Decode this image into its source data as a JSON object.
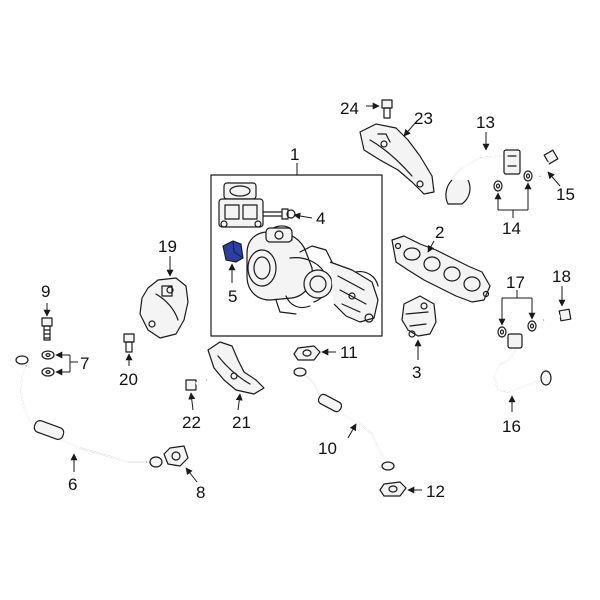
{
  "colors": {
    "highlight_part": "#2a3f9e",
    "line": "#1a1a1a",
    "background": "#ffffff"
  },
  "callouts": {
    "c1": "1",
    "c2": "2",
    "c3": "3",
    "c4": "4",
    "c5": "5",
    "c6": "6",
    "c7": "7",
    "c8": "8",
    "c9": "9",
    "c10": "10",
    "c11": "11",
    "c12": "12",
    "c13": "13",
    "c14": "14",
    "c15": "15",
    "c16": "16",
    "c17": "17",
    "c18": "18",
    "c19": "19",
    "c20": "20",
    "c21": "21",
    "c22": "22",
    "c23": "23",
    "c24": "24"
  }
}
